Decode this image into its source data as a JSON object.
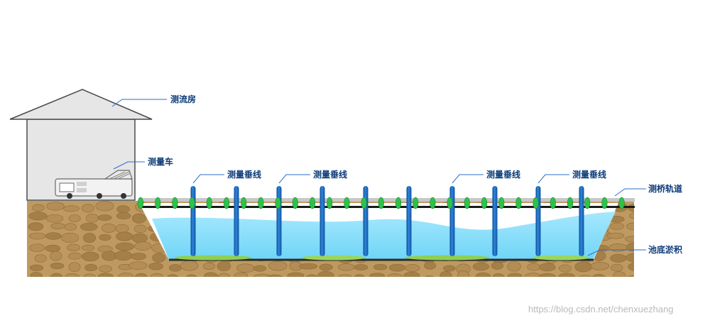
{
  "labels": {
    "house": "测流房",
    "vehicle": "测量车",
    "vertical": "测量垂线",
    "rail": "测桥轨道",
    "sediment": "池底淤积"
  },
  "watermark": "https://blog.csdn.net/chenxuezhang",
  "colors": {
    "soil": "#bf9a60",
    "stone": "#a57f48",
    "water": "#7fdcfa",
    "pole": "#1f6fc2",
    "insulator": "#2ec24a",
    "rail": "#c8c8c8",
    "label": "#0b3a78"
  }
}
